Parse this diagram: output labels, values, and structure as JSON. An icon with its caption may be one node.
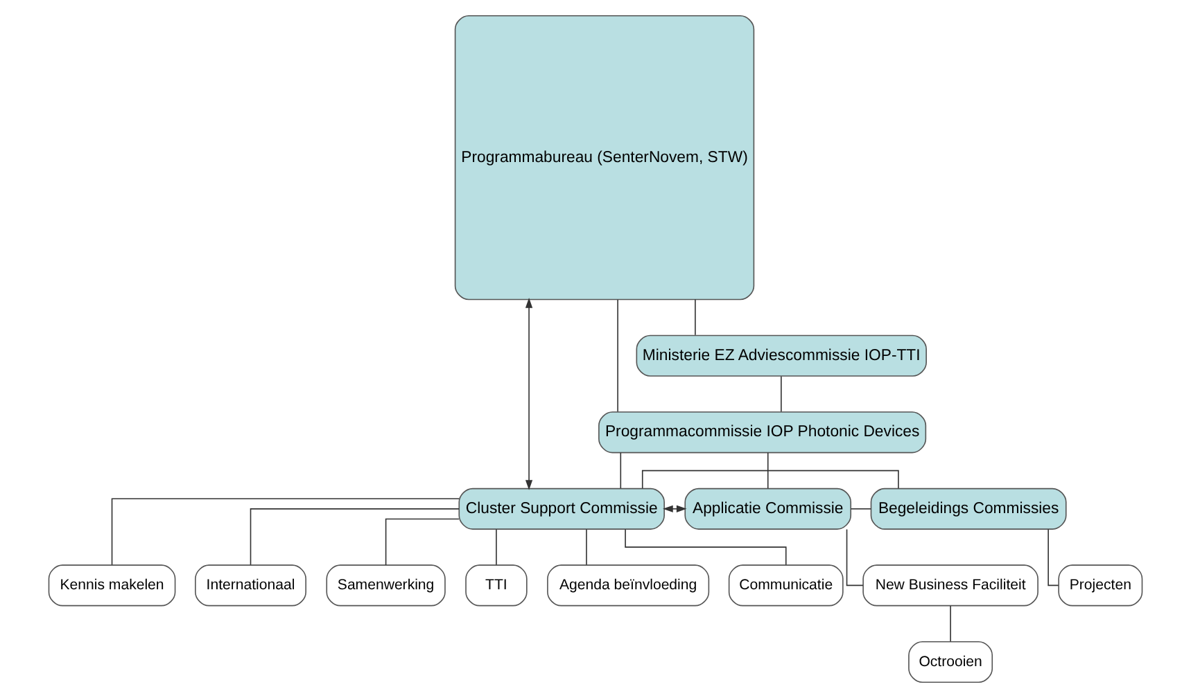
{
  "diagram": {
    "nodes": [
      {
        "text": [
          "Programmabureau (SenterNovem, STW)"
        ]
      },
      {
        "text": [
          "Ministerie EZ Adviescommissie IOP-TTI"
        ]
      },
      {
        "text": [
          "Programmacommissie IOP Photonic Devices"
        ]
      },
      {
        "text": [
          "Cluster Support Commissie"
        ]
      },
      {
        "text": [
          "Begeleidings Commissies"
        ]
      },
      {
        "text": [
          "Applicatie Commissie"
        ]
      },
      {
        "text": [
          "Agenda beïnvloeding"
        ]
      },
      {
        "text": [
          "Communicatie"
        ]
      },
      {
        "text": [
          "Kennis makelen"
        ]
      },
      {
        "text": [
          "Internationaal"
        ]
      },
      {
        "text": [
          "Samenwerking"
        ]
      },
      {
        "text": [
          "TTI"
        ]
      },
      {
        "text": [
          "Projecten"
        ]
      },
      {
        "text": [
          "New Business Faciliteit"
        ]
      },
      {
        "text": [
          "Octrooien"
        ]
      }
    ],
    "edges": [
      {
        "from": 0,
        "to": 1,
        "arrow": "none"
      },
      {
        "from": 0,
        "to": 2,
        "arrow": "none"
      },
      {
        "from": 1,
        "to": 2,
        "arrow": "none"
      },
      {
        "from": 2,
        "to": 3,
        "arrow": "none"
      },
      {
        "from": 2,
        "to": 5,
        "arrow": "none"
      },
      {
        "from": 0,
        "to": 3,
        "arrow": "both"
      },
      {
        "from": 3,
        "to": 5,
        "arrow": "both"
      },
      {
        "from": 3,
        "to": 4,
        "arrow": "none"
      },
      {
        "from": 5,
        "to": 4,
        "arrow": "none"
      },
      {
        "from": 3,
        "to": 6,
        "arrow": "none"
      },
      {
        "from": 3,
        "to": 7,
        "arrow": "none"
      },
      {
        "from": 3,
        "to": 8,
        "arrow": "none"
      },
      {
        "from": 3,
        "to": 9,
        "arrow": "none"
      },
      {
        "from": 3,
        "to": 10,
        "arrow": "none"
      },
      {
        "from": 3,
        "to": 11,
        "arrow": "none"
      },
      {
        "from": 4,
        "to": 12,
        "arrow": "none"
      },
      {
        "from": 5,
        "to": 13,
        "arrow": "none"
      },
      {
        "from": 13,
        "to": 14,
        "arrow": "none"
      }
    ]
  }
}
